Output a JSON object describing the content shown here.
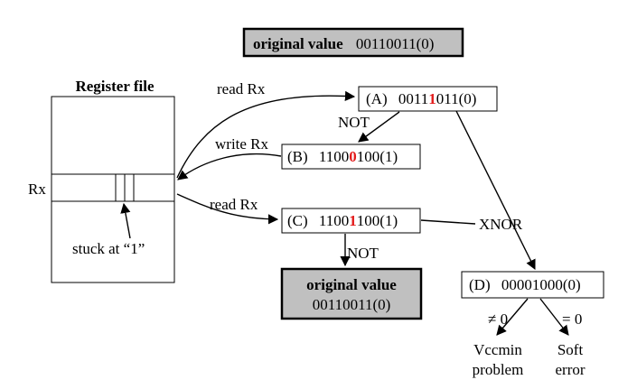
{
  "header": {
    "label": "original value",
    "value": "00110011(0)"
  },
  "register_file": {
    "title": "Register file",
    "row_label": "Rx",
    "stuck_note": "stuck at “1”"
  },
  "edges": {
    "read_rx_top": "read Rx",
    "write_rx": "write Rx",
    "read_rx_bottom": "read Rx",
    "not_a_to_b": "NOT",
    "not_c_to_result": "NOT",
    "xnor": "XNOR",
    "neq_zero": "≠ 0",
    "eq_zero": "= 0"
  },
  "boxes": {
    "A": {
      "tag": "(A)",
      "pre": "0011",
      "bit": "1",
      "post": "011(0)"
    },
    "B": {
      "tag": "(B)",
      "pre": "1100",
      "bit": "0",
      "post": "100(1)"
    },
    "C": {
      "tag": "(C)",
      "pre": "1100",
      "bit": "1",
      "post": "100(1)"
    },
    "D": {
      "tag": "(D)",
      "value": "00001000(0)"
    }
  },
  "result_box": {
    "label": "original value",
    "value": "00110011(0)"
  },
  "outcomes": {
    "vccmin_line1": "Vccmin",
    "vccmin_line2": "problem",
    "soft_line1": "Soft",
    "soft_line2": "error"
  },
  "colors": {
    "flipped_bit": "#e31b1b",
    "shaded_box": "#c0c0c0"
  }
}
